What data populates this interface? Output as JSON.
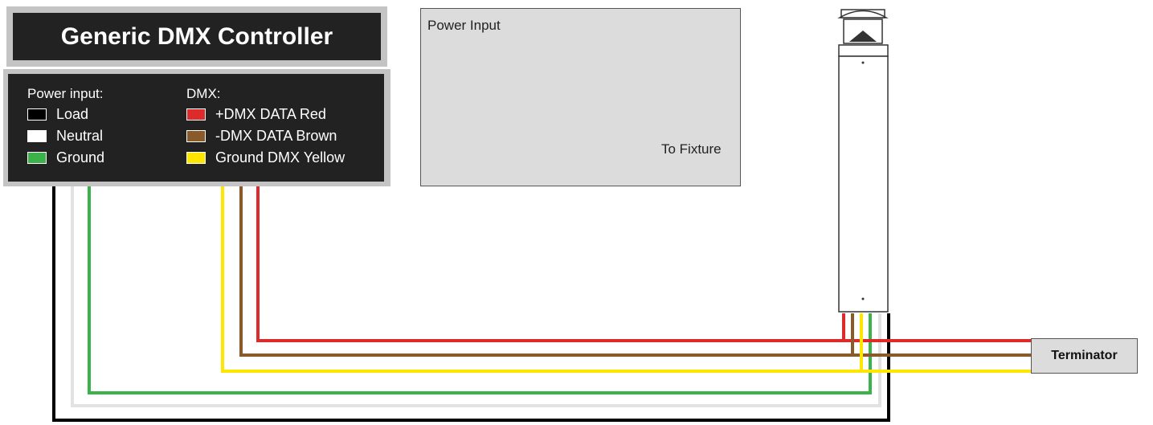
{
  "controller": {
    "title": "Generic DMX Controller",
    "power_heading": "Power input:",
    "dmx_heading": "DMX:",
    "power_items": [
      {
        "label": "Load",
        "color": "#000000"
      },
      {
        "label": "Neutral",
        "color": "#ffffff"
      },
      {
        "label": "Ground",
        "color": "#3cb34a"
      }
    ],
    "dmx_items": [
      {
        "label": "+DMX DATA Red",
        "color": "#dd2a2a"
      },
      {
        "label": "-DMX DATA Brown",
        "color": "#8b5a2b"
      },
      {
        "label": "Ground DMX Yellow",
        "color": "#ffe600"
      }
    ]
  },
  "inset": {
    "title": "Power Input",
    "output_label": "To Fixture"
  },
  "terminator": {
    "label": "Terminator"
  },
  "colors": {
    "load": "#000000",
    "neutral": "#e2e2e2",
    "ground": "#3cb34a",
    "dmx_plus": "#dd2a2a",
    "dmx_minus": "#8b5a2b",
    "dmx_ground": "#ffe600"
  }
}
